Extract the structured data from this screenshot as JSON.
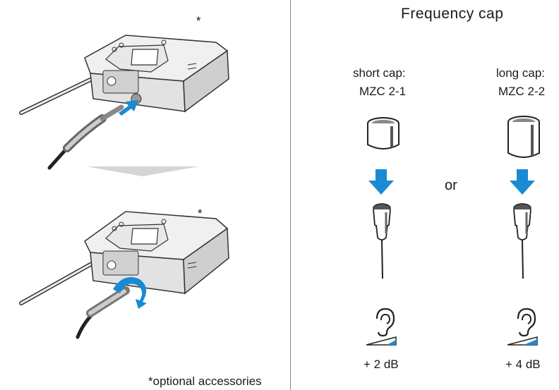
{
  "title": "Frequency cap",
  "options": [
    {
      "label": "short cap:",
      "model": "MZC 2-1",
      "gain": "+ 2 dB"
    },
    {
      "label": "long cap:",
      "model": "MZC 2-2",
      "gain": "+ 4 dB"
    }
  ],
  "or_text": "or",
  "asterisk": "*",
  "footnote": "*optional accessories",
  "colors": {
    "arrow": "#1a8ad4",
    "line": "#333333",
    "body": "#d8d8d8",
    "body_dark": "#555555"
  }
}
